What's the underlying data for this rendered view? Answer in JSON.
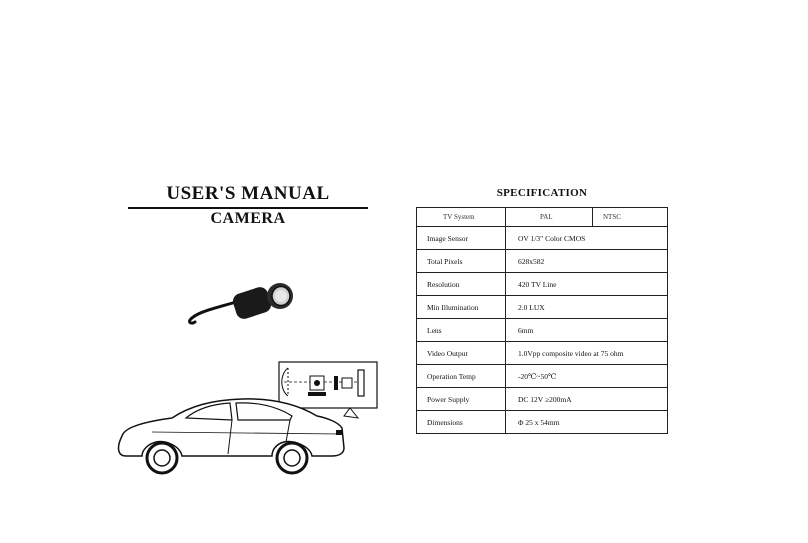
{
  "manual": {
    "title": "USER'S MANUAL",
    "subtitle": "CAMERA"
  },
  "spec": {
    "heading": "SPECIFICATION",
    "tv_system": {
      "label": "TV System",
      "pal": "PAL",
      "ntsc": "NTSC"
    },
    "rows": [
      {
        "label": "Image Sensor",
        "value": "OV 1/3\" Color CMOS"
      },
      {
        "label": "Total Pixels",
        "value": "628x582"
      },
      {
        "label": "Resolution",
        "value": "420 TV Line"
      },
      {
        "label": "Min Illumination",
        "value": "2.0 LUX"
      },
      {
        "label": "Lens",
        "value": "6mm"
      },
      {
        "label": "Video Output",
        "value": "1.0Vpp composite video at 75 ohm"
      },
      {
        "label": "Operation Temp",
        "value": "-20℃~50℃"
      },
      {
        "label": "Power Supply",
        "value": "DC 12V ≥200mA"
      },
      {
        "label": "Dimensions",
        "value": "Φ 25 x 54mm"
      }
    ]
  }
}
